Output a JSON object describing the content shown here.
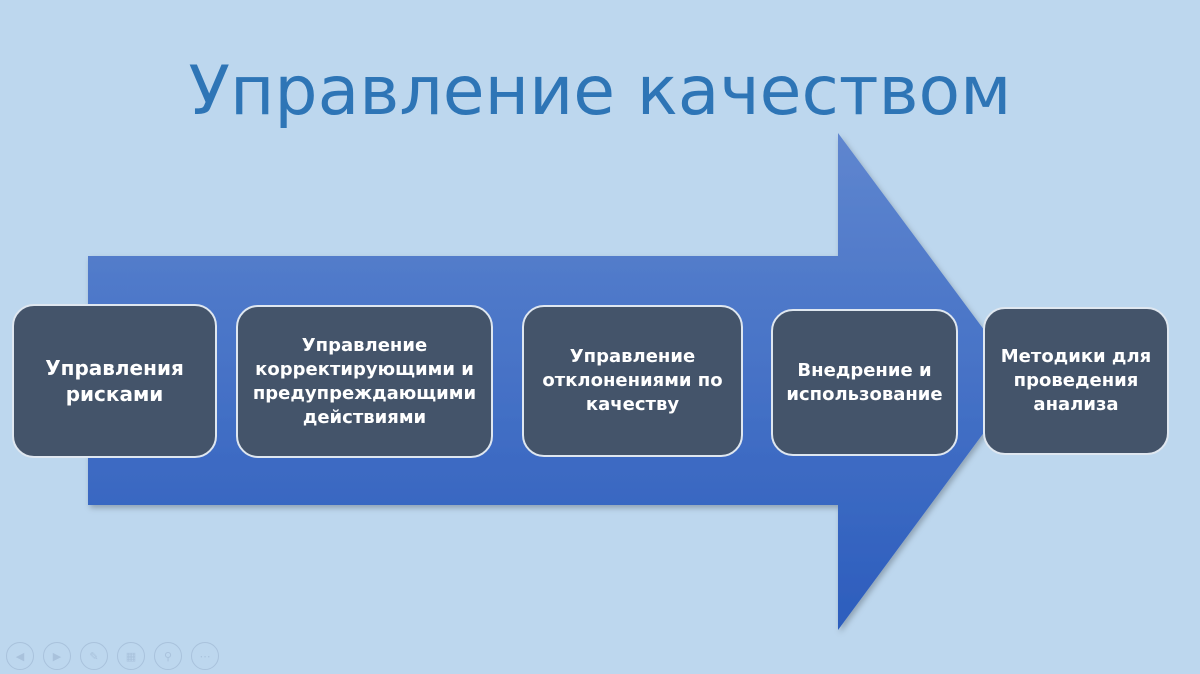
{
  "title": "Управление качеством",
  "steps": [
    "Управления рисками",
    "Управление корректирующими и предупреждающими действиями",
    "Управление отклонениями по качеству",
    "Внедрение и использование",
    "Методики для проведения анализа"
  ],
  "colors": {
    "background": "#bdd7ee",
    "title": "#2e75b6",
    "arrow_top": "#5b83cc",
    "arrow_bottom": "#2f5fbf",
    "box": "#44546a"
  },
  "controls": [
    "previous-icon",
    "next-icon",
    "pen-icon",
    "slides-grid-icon",
    "zoom-icon",
    "more-icon"
  ]
}
